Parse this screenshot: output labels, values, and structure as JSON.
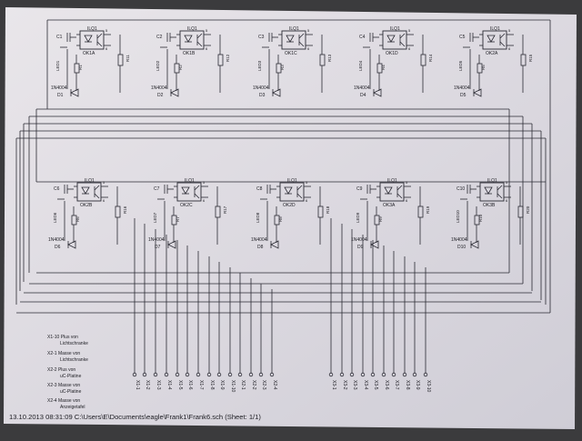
{
  "sheet": {
    "footer": "13.10.2013 08:31:09  C:\\Users\\E\\Documents\\eagle\\Frank1\\Frank6.sch  (Sheet: 1/1)"
  },
  "legend": [
    "X1-10 Plus von Lichtschranke",
    "X2-1 Masse von Lichtschranke",
    "X2-2 Plus von uC-Platine",
    "X2-3 Masse von uC-Platine",
    "X2-4 Masse von Anzeigetafel"
  ],
  "row_top": [
    {
      "cap": "C1",
      "ic": "ILQ1",
      "ok": "OK1A",
      "led": "LED1",
      "rv": "R1",
      "rh": "R11",
      "diode": "D1",
      "diode_part": "1N4004"
    },
    {
      "cap": "C2",
      "ic": "ILQ1",
      "ok": "OK1B",
      "led": "LED2",
      "rv": "R2",
      "rh": "R12",
      "diode": "D2",
      "diode_part": "1N4004"
    },
    {
      "cap": "C3",
      "ic": "ILQ1",
      "ok": "OK1C",
      "led": "LED3",
      "rv": "R3",
      "rh": "R13",
      "diode": "D3",
      "diode_part": "1N4004"
    },
    {
      "cap": "C4",
      "ic": "ILQ1",
      "ok": "OK1D",
      "led": "LED4",
      "rv": "R4",
      "rh": "R14",
      "diode": "D4",
      "diode_part": "1N4004"
    },
    {
      "cap": "C5",
      "ic": "ILQ1",
      "ok": "OK2A",
      "led": "LED5",
      "rv": "R5",
      "rh": "R15",
      "diode": "D5",
      "diode_part": "1N4004"
    }
  ],
  "row_bottom": [
    {
      "cap": "C6",
      "ic": "ILQ1",
      "ok": "OK2B",
      "led": "LED6",
      "rv": "R6",
      "rh": "R16",
      "diode": "D6",
      "diode_part": "1N4004"
    },
    {
      "cap": "C7",
      "ic": "ILQ1",
      "ok": "OK2C",
      "led": "LED7",
      "rv": "R7",
      "rh": "R17",
      "diode": "D7",
      "diode_part": "1N4004"
    },
    {
      "cap": "C8",
      "ic": "ILQ1",
      "ok": "OK2D",
      "led": "LED8",
      "rv": "R8",
      "rh": "R18",
      "diode": "D8",
      "diode_part": "1N4004"
    },
    {
      "cap": "C9",
      "ic": "ILQ1",
      "ok": "OK3A",
      "led": "LED9",
      "rv": "R9",
      "rh": "R19",
      "diode": "D9",
      "diode_part": "1N4004"
    },
    {
      "cap": "C10",
      "ic": "ILQ1",
      "ok": "OK3B",
      "led": "LED10",
      "rv": "R10",
      "rh": "R20",
      "diode": "D10",
      "diode_part": "1N4004"
    }
  ],
  "connectors": [
    "X1-1",
    "X1-2",
    "X1-3",
    "X1-4",
    "X1-5",
    "X1-6",
    "X1-7",
    "X1-8",
    "X1-9",
    "X1-10",
    "X2-1",
    "X2-2",
    "X2-3",
    "X2-4",
    "X3-1",
    "X3-2",
    "X3-3",
    "X3-4",
    "X3-5",
    "X3-6",
    "X3-7",
    "X3-8",
    "X3-9",
    "X3-10"
  ]
}
